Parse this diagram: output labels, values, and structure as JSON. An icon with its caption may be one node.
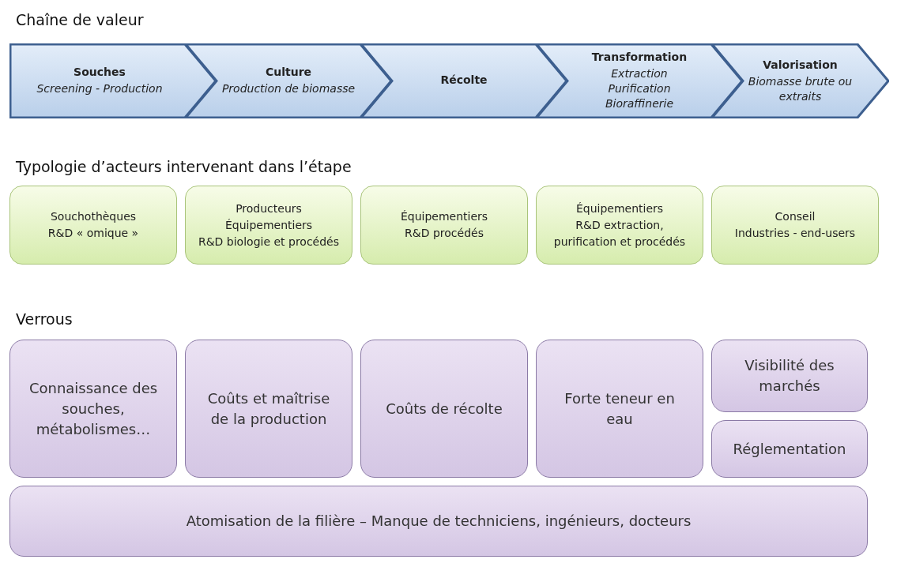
{
  "diagram": {
    "nodes": [
      {
        "text": [
          "Souches",
          "Screening - Production"
        ]
      },
      {
        "text": [
          "Culture",
          "Production de biomasse"
        ]
      },
      {
        "text": [
          "Récolte"
        ]
      },
      {
        "text": [
          "Transformation",
          "Extraction",
          "Purification",
          "Bioraffinerie"
        ]
      },
      {
        "text": [
          "Valorisation",
          "Biomasse brute ou extraits"
        ]
      },
      {
        "text": [
          "Souchothèques",
          "R&D « omique »"
        ]
      },
      {
        "text": [
          "Producteurs",
          "Équipementiers",
          "R&D biologie et procédés"
        ]
      },
      {
        "text": [
          "Équipementiers",
          "R&D procédés"
        ]
      },
      {
        "text": [
          "Équipementiers",
          "R&D extraction, purification et procédés"
        ]
      },
      {
        "text": [
          "Conseil",
          "Industries - end-users"
        ]
      },
      {
        "text": [
          "Connaissance des souches, métabolismes…"
        ]
      },
      {
        "text": [
          "Coûts et maîtrise de la production"
        ]
      },
      {
        "text": [
          "Coûts de récolte"
        ]
      },
      {
        "text": [
          "Forte teneur en eau"
        ]
      },
      {
        "text": [
          "Visibilité des marchés"
        ]
      },
      {
        "text": [
          "Réglementation"
        ]
      },
      {
        "text": [
          "Atomisation de la filière – Manque de techniciens, ingénieurs, docteurs"
        ]
      }
    ],
    "labels": [
      "Chaîne de valeur",
      "Typologie d’acteurs intervenant dans l’étape",
      "Verrous"
    ]
  }
}
